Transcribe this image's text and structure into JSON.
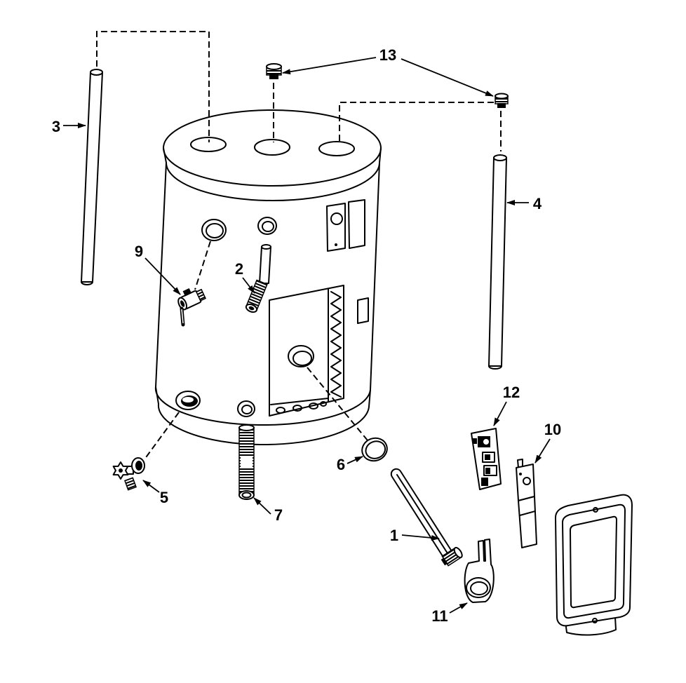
{
  "colors": {
    "ink": "#000000",
    "paper": "#ffffff"
  },
  "callouts": {
    "c13": "13",
    "c3": "3",
    "c4": "4",
    "c9": "9",
    "c2": "2",
    "c12": "12",
    "c10": "10",
    "c6": "6",
    "c5": "5",
    "c7": "7",
    "c1": "1",
    "c11": "11"
  }
}
